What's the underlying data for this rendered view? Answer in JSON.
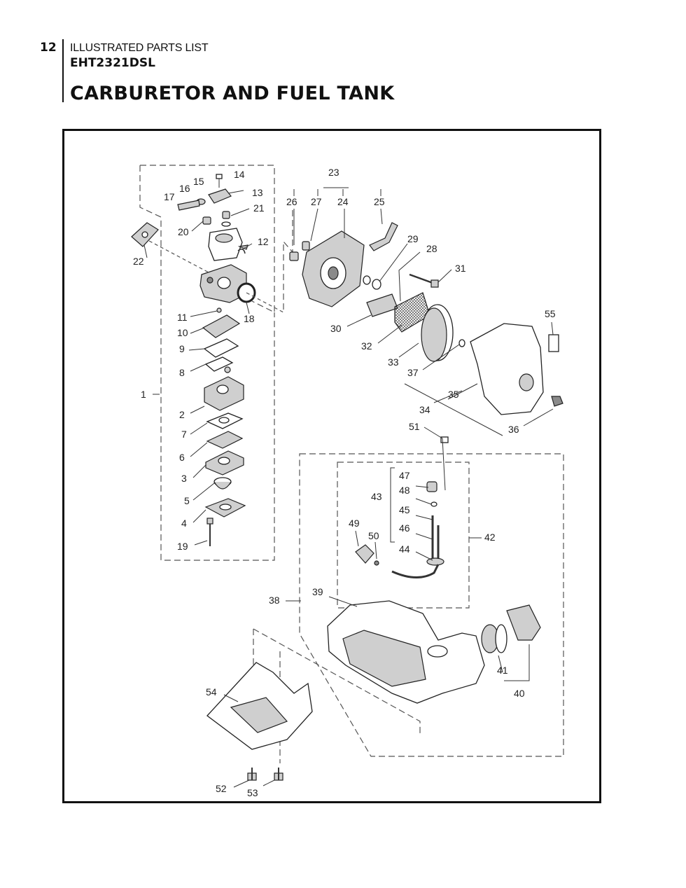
{
  "header": {
    "page_number": "12",
    "doc_type": "ILLUSTRATED PARTS LIST",
    "model": "EHT2321DSL",
    "section_title": "CARBURETOR AND FUEL TANK"
  },
  "callouts": [
    {
      "id": "c1",
      "text": "1"
    },
    {
      "id": "c2",
      "text": "2"
    },
    {
      "id": "c3",
      "text": "3"
    },
    {
      "id": "c4",
      "text": "4"
    },
    {
      "id": "c5",
      "text": "5"
    },
    {
      "id": "c6",
      "text": "6"
    },
    {
      "id": "c7",
      "text": "7"
    },
    {
      "id": "c8",
      "text": "8"
    },
    {
      "id": "c9",
      "text": "9"
    },
    {
      "id": "c10",
      "text": "10"
    },
    {
      "id": "c11",
      "text": "11"
    },
    {
      "id": "c12",
      "text": "12"
    },
    {
      "id": "c13",
      "text": "13"
    },
    {
      "id": "c14",
      "text": "14"
    },
    {
      "id": "c15",
      "text": "15"
    },
    {
      "id": "c16",
      "text": "16"
    },
    {
      "id": "c17",
      "text": "17"
    },
    {
      "id": "c18",
      "text": "18"
    },
    {
      "id": "c19",
      "text": "19"
    },
    {
      "id": "c20",
      "text": "20"
    },
    {
      "id": "c21",
      "text": "21"
    },
    {
      "id": "c22",
      "text": "22"
    },
    {
      "id": "c23",
      "text": "23"
    },
    {
      "id": "c24",
      "text": "24"
    },
    {
      "id": "c25",
      "text": "25"
    },
    {
      "id": "c26",
      "text": "26"
    },
    {
      "id": "c27",
      "text": "27"
    },
    {
      "id": "c28",
      "text": "28"
    },
    {
      "id": "c29",
      "text": "29"
    },
    {
      "id": "c30",
      "text": "30"
    },
    {
      "id": "c31",
      "text": "31"
    },
    {
      "id": "c32",
      "text": "32"
    },
    {
      "id": "c33",
      "text": "33"
    },
    {
      "id": "c34",
      "text": "34"
    },
    {
      "id": "c35",
      "text": "35"
    },
    {
      "id": "c36",
      "text": "36"
    },
    {
      "id": "c37",
      "text": "37"
    },
    {
      "id": "c38",
      "text": "38"
    },
    {
      "id": "c39",
      "text": "39"
    },
    {
      "id": "c40",
      "text": "40"
    },
    {
      "id": "c41",
      "text": "41"
    },
    {
      "id": "c42",
      "text": "42"
    },
    {
      "id": "c43",
      "text": "43"
    },
    {
      "id": "c44",
      "text": "44"
    },
    {
      "id": "c45",
      "text": "45"
    },
    {
      "id": "c46",
      "text": "46"
    },
    {
      "id": "c47",
      "text": "47"
    },
    {
      "id": "c48",
      "text": "48"
    },
    {
      "id": "c49",
      "text": "49"
    },
    {
      "id": "c50",
      "text": "50"
    },
    {
      "id": "c51",
      "text": "51"
    },
    {
      "id": "c52",
      "text": "52"
    },
    {
      "id": "c53",
      "text": "53"
    },
    {
      "id": "c54",
      "text": "54"
    },
    {
      "id": "c55",
      "text": "55"
    }
  ]
}
